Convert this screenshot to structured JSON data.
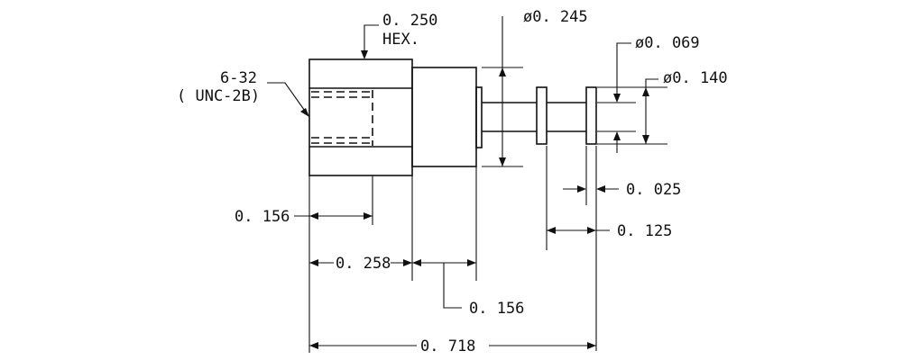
{
  "labels": {
    "hex_size": "0. 250",
    "hex_word": "HEX.",
    "thread_size": "6-32",
    "thread_class": "( UNC-2B)",
    "dia_body": "ø0. 245",
    "dia_groove": "ø0. 069",
    "dia_collar": "ø0. 140",
    "collar_width": "0. 025",
    "collar_spacing": "0. 125",
    "thread_depth": "0. 156",
    "hex_length": "0. 258",
    "knurl_length": "0. 156",
    "overall_length": "0. 718"
  }
}
